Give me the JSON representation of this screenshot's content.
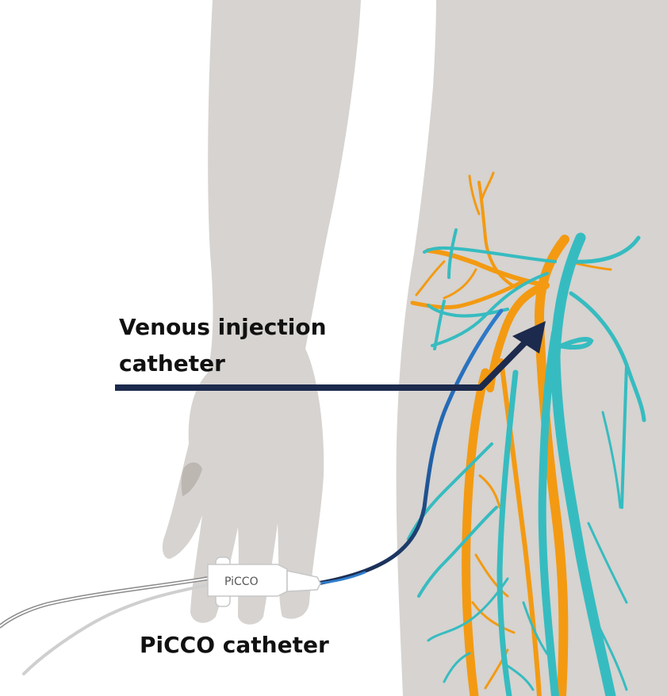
{
  "labels": {
    "venous_injection_line1": "Venous injection",
    "venous_injection_line2": "catheter",
    "picco_catheter": "PiCCO catheter",
    "device_text": "PiCCO"
  },
  "colors": {
    "body": "#d6d3d0",
    "body_shadow": "#bdb7b1",
    "artery": "#f39a12",
    "vein": "#36bcc0",
    "arrow": "#1c2a4d",
    "catheter_light": "#2f7dcc",
    "catheter_dark": "#1c2a4d",
    "cable_grey": "#8a8a8a",
    "connector": "#ffffff"
  },
  "icons": {
    "arrow": "pointer-arrow"
  }
}
